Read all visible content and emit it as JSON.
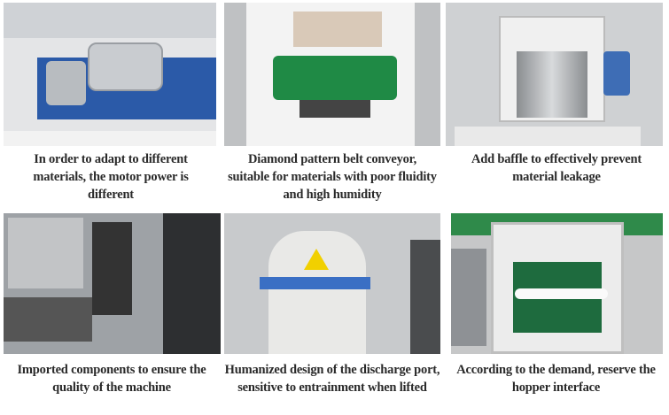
{
  "features": [
    {
      "caption": "In order to adapt to different materials, the motor power is different"
    },
    {
      "caption": "Diamond pattern belt conveyor, suitable for materials with poor fluidity and high humidity"
    },
    {
      "caption": "Add baffle to effectively prevent material leakage"
    },
    {
      "caption": "Imported components to ensure the quality of the machine"
    },
    {
      "caption": "Humanized design of the discharge port, sensitive to entrainment when lifted"
    },
    {
      "caption": "According to the demand, reserve the hopper interface"
    }
  ],
  "colors": {
    "motor_plate": "#2b5aa8",
    "belt": "#1f8a45",
    "text": "#2a2a2a"
  }
}
